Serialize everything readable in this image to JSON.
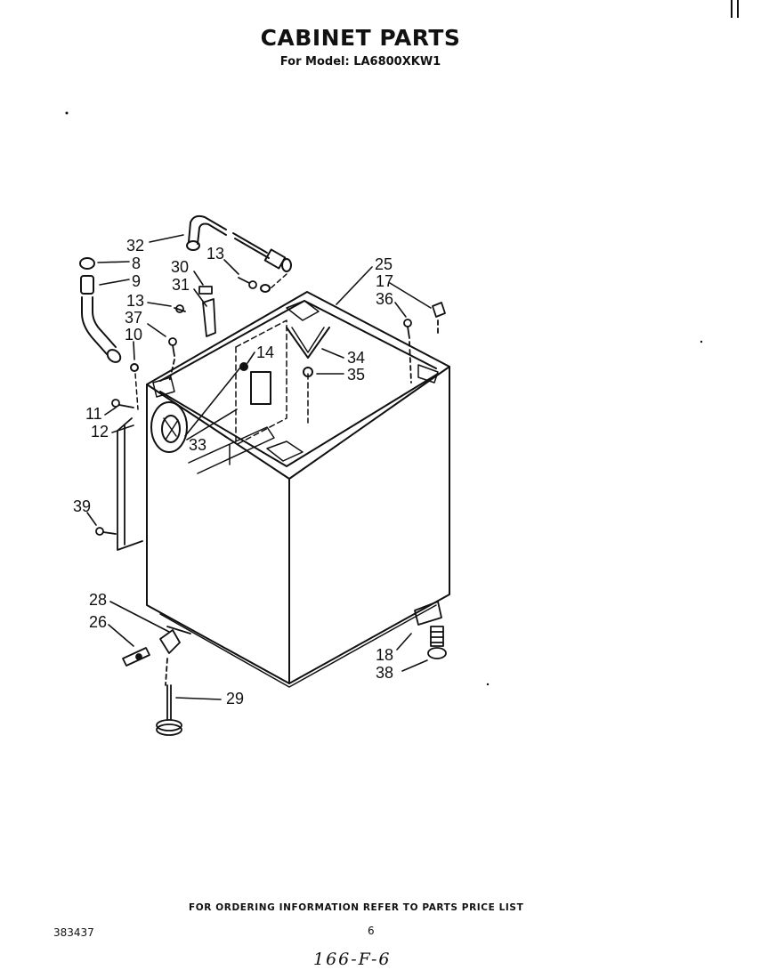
{
  "header": {
    "title": "CABINET PARTS",
    "subtitle": "For Model: LA6800XKW1"
  },
  "diagram": {
    "callouts": [
      "32",
      "8",
      "9",
      "13",
      "30",
      "31",
      "13",
      "37",
      "10",
      "11",
      "12",
      "39",
      "28",
      "26",
      "29",
      "33",
      "14",
      "34",
      "35",
      "25",
      "17",
      "36",
      "18",
      "38"
    ]
  },
  "footer": {
    "note": "FOR ORDERING INFORMATION REFER TO PARTS PRICE LIST",
    "doc_number": "383437",
    "page_number": "6",
    "handwritten": "166-F-6"
  }
}
